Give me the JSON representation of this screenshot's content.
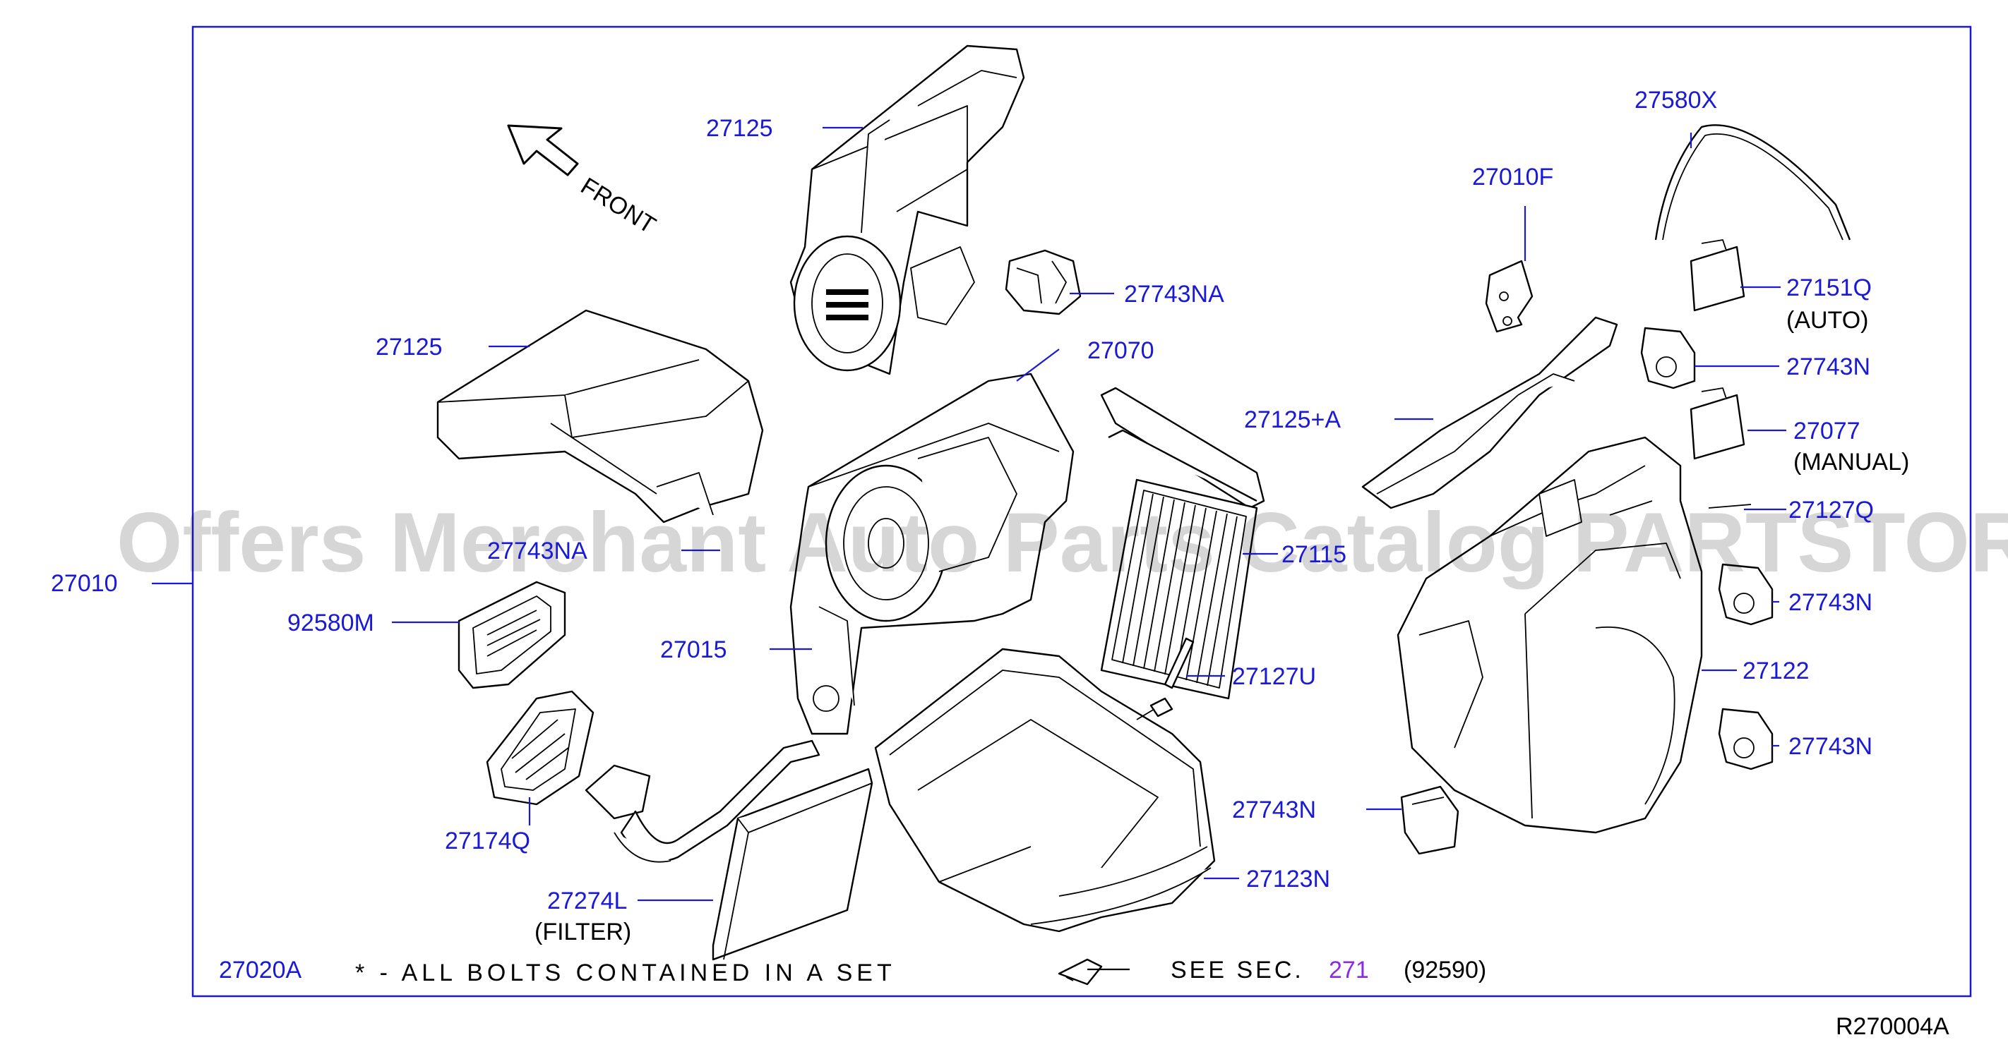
{
  "diagram_code": "R270004A",
  "front_label": "FRONT",
  "colors": {
    "label": "#1a1ad6",
    "link": "#8a2be2",
    "frame": "#1a1ad6",
    "line": "#000000"
  },
  "watermark": "Offers Merchant Auto Parts Catalog PARTSTORE.SA",
  "parts": {
    "p27010": "27010",
    "p27125_top": "27125",
    "p27125_left": "27125",
    "p27743NA_top": "27743NA",
    "p27070": "27070",
    "p27125A": "27125+A",
    "p27010F": "27010F",
    "p27580X": "27580X",
    "p27151Q": "27151Q",
    "p27151Q_note": "(AUTO)",
    "p27743N_1": "27743N",
    "p27077": "27077",
    "p27077_note": "(MANUAL)",
    "p27127Q": "27127Q",
    "p27743N_2": "27743N",
    "p27122": "27122",
    "p27743N_3": "27743N",
    "p27743NA_mid": "27743NA",
    "p27115": "27115",
    "p92580M": "92580M",
    "p27015": "27015",
    "p27127U": "27127U",
    "p27743N_4": "27743N",
    "p27174Q": "27174Q",
    "p27123N": "27123N",
    "p27274L": "27274L",
    "p27274L_note": "(FILTER)",
    "p27020A": "27020A"
  },
  "notes": {
    "bolts_note": "* - ALL BOLTS CONTAINED IN A SET",
    "see_sec": "SEE SEC.",
    "see_sec_number": "271",
    "see_sec_ref": "(92590)"
  }
}
